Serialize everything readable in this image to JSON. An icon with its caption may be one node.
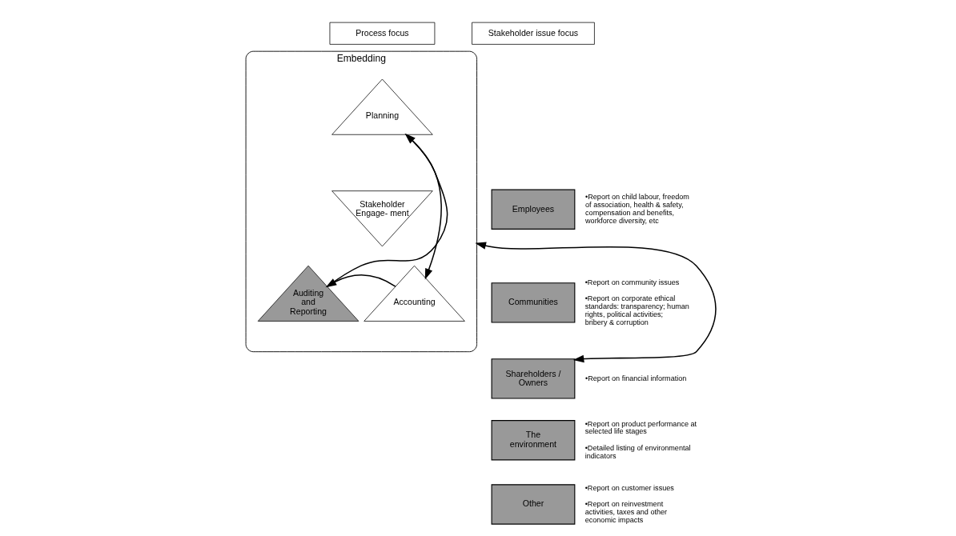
{
  "diagram": {
    "nodes": [
      {
        "text": [
          "Process focus"
        ]
      },
      {
        "text": [
          "Stakeholder issue focus"
        ]
      },
      {
        "text": [
          "Embedding"
        ]
      },
      {
        "text": [
          "Planning"
        ],
        "in": 2
      },
      {
        "text": [
          "Stakeholder Engage- ment"
        ],
        "in": 2
      },
      {
        "text": [
          "Auditing and Reporting"
        ],
        "in": 2
      },
      {
        "text": [
          "Accounting"
        ],
        "in": 2
      },
      {
        "text": [
          "Employees"
        ],
        "beside": [
          "•Report on child labour, freedom of association, health & safety, compensation and benefits, workforce diversity, etc"
        ]
      },
      {
        "text": [
          "Communities"
        ],
        "beside": [
          "•Report on community issues",
          "•Report on corporate ethical standards: transparency; human rights, political activities; bribery & corruption"
        ]
      },
      {
        "text": [
          "Shareholders / Owners"
        ],
        "beside": [
          "•Report on financial information"
        ]
      },
      {
        "text": [
          "The environment"
        ],
        "beside": [
          "•Report on product performance at selected life stages",
          "•Detailed listing of environmental indicators"
        ]
      },
      {
        "text": [
          "Other"
        ],
        "beside": [
          "•Report on customer issues",
          "•Report on reinvestment activities, taxes and other economic impacts"
        ]
      }
    ],
    "edges": [
      {
        "from": 5,
        "to": 3,
        "arrow": "to"
      },
      {
        "from": 3,
        "to": 6,
        "arrow": "to"
      },
      {
        "from": 6,
        "to": 5,
        "arrow": "to"
      },
      {
        "from": 2,
        "to": 9,
        "arrow": "both"
      }
    ]
  }
}
